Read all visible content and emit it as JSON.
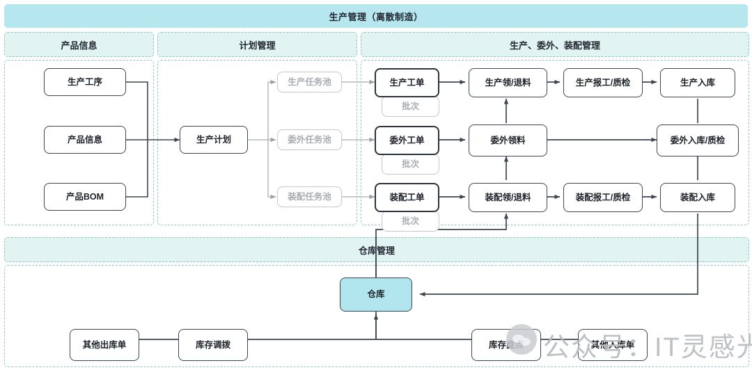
{
  "title_banner": {
    "label": "生产管理（离散制造）"
  },
  "sections": [
    {
      "id": "product-info",
      "label": "产品信息"
    },
    {
      "id": "plan-mgmt",
      "label": "计划管理"
    },
    {
      "id": "prod-out-asm",
      "label": "生产、委外、装配管理"
    },
    {
      "id": "warehouse-mgmt",
      "label": "仓库管理"
    }
  ],
  "nodes": {
    "production_process": "生产工序",
    "product_info": "产品信息",
    "product_bom": "产品BOM",
    "production_plan": "生产计划",
    "pool_production": "生产任务池",
    "pool_outsource": "委外任务池",
    "pool_assembly": "装配任务池",
    "wo_production": "生产工单",
    "wo_outsource": "委外工单",
    "wo_assembly": "装配工单",
    "batch_production": "批次",
    "batch_outsource": "批次",
    "batch_assembly": "批次",
    "pick_production": "生产领/退料",
    "pick_outsource": "委外领料",
    "pick_assembly": "装配领/退料",
    "report_production": "生产报工/质检",
    "report_assembly": "装配报工/质检",
    "in_production": "生产入库",
    "in_outsource": "委外入库/质检",
    "in_assembly": "装配入库",
    "warehouse": "仓库",
    "other_outbound": "其他出库单",
    "stock_transfer": "库存调拨",
    "stock_count": "库存盘点",
    "other_inbound": "其他入库单"
  },
  "watermark": {
    "text": "公众号：IT灵感光束"
  },
  "colors": {
    "banner": "#b7e7ee",
    "section_head": "#e2f4f2",
    "section_border": "#8cc5c6",
    "node_border": "#3d4552",
    "ghost": "#c4c7cb",
    "warehouse_fill": "#b2e6ef",
    "link": "#3d4552",
    "link_ghost": "#b6babe"
  }
}
